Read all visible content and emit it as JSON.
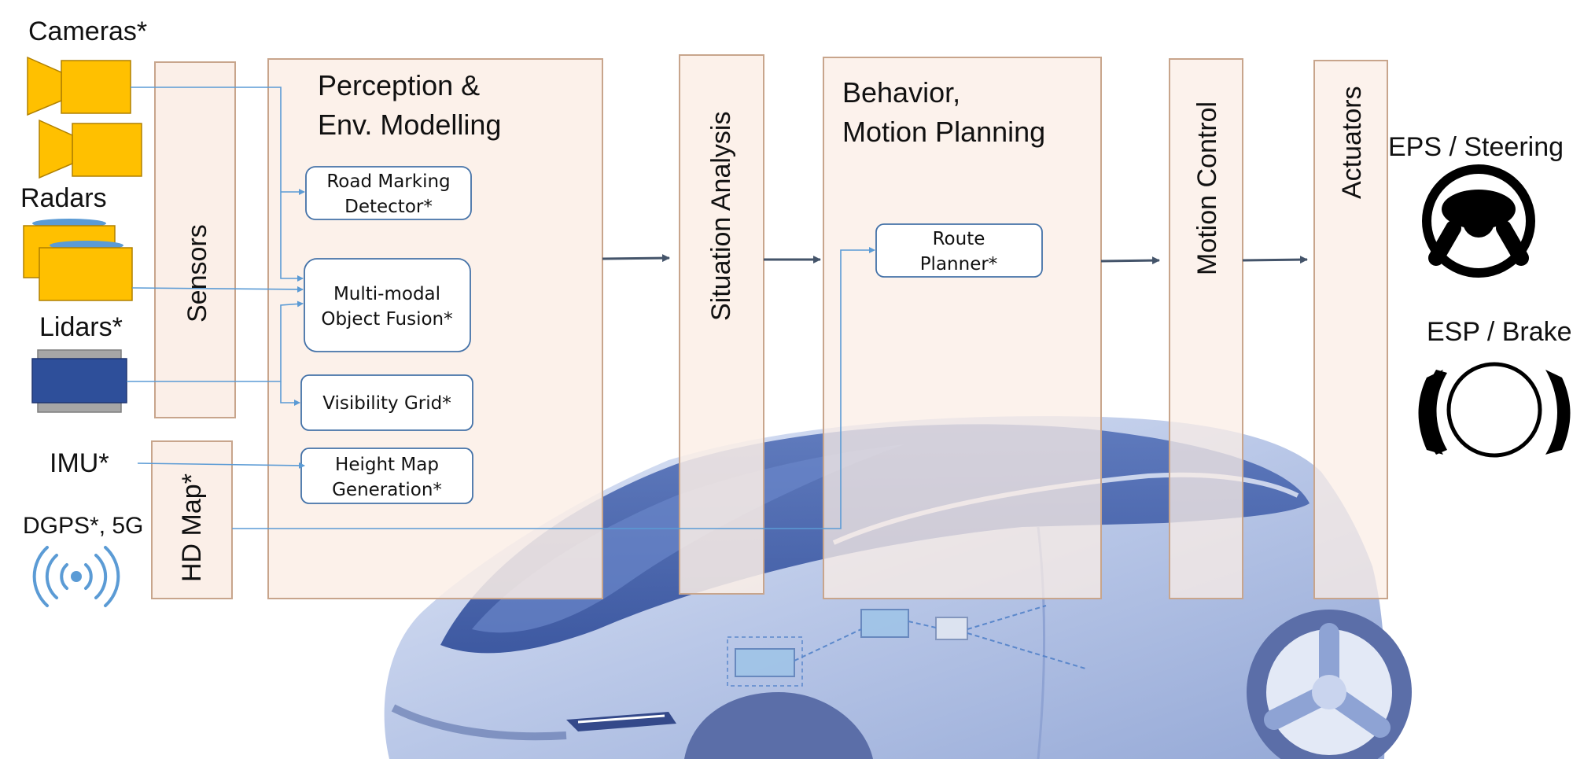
{
  "inputs": {
    "cameras": "Cameras*",
    "radars": "Radars",
    "lidars": "Lidars*",
    "imu": "IMU*",
    "dgps": "DGPS*, 5G"
  },
  "columns": {
    "sensors": "Sensors",
    "hd_map": "HD Map*",
    "perception_line1": "Perception &",
    "perception_line2": "Env. Modelling",
    "situation": "Situation Analysis",
    "behavior_line1": "Behavior,",
    "behavior_line2": "Motion Planning",
    "motion_control": "Motion Control",
    "actuators": "Actuators"
  },
  "modules": {
    "road_marking_1": "Road Marking",
    "road_marking_2": "Detector*",
    "fusion_1": "Multi-modal",
    "fusion_2": "Object Fusion*",
    "visibility": "Visibility Grid*",
    "height_1": "Height Map",
    "height_2": "Generation*",
    "route_1": "Route",
    "route_2": "Planner*"
  },
  "outputs": {
    "steering": "EPS / Steering",
    "brake": "ESP / Brake"
  },
  "colors": {
    "column_fill": "#fbeee6",
    "column_stroke": "#c8a58c",
    "camera": "#ffc000",
    "lidar": "#2e4f9a",
    "connector": "#5b9bd5",
    "arrow": "#44546a",
    "car_body": "#c3d0ec",
    "car_glass": "#3d5ca8"
  }
}
